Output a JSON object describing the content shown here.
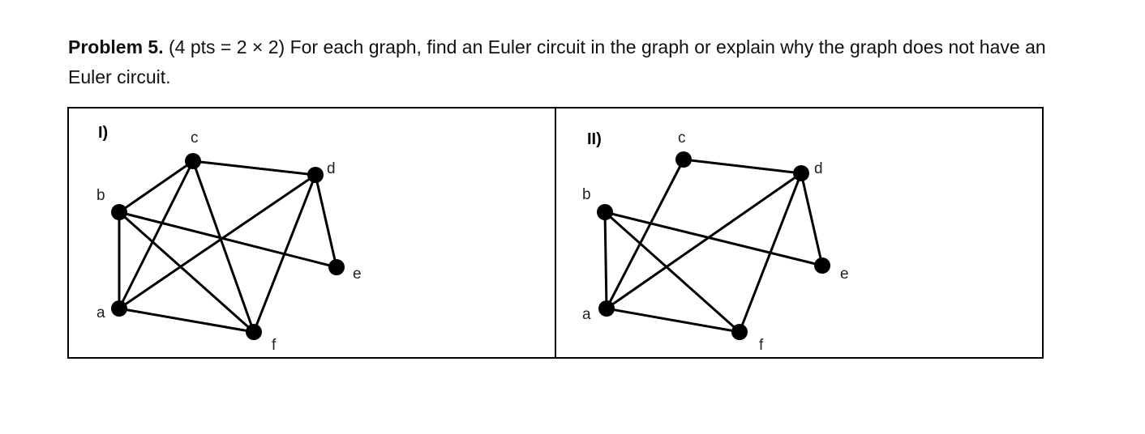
{
  "problem": {
    "number": "Problem 5.",
    "text": " (4 pts = 2 × 2) For each graph, find an Euler circuit in the graph or explain why the graph does not have an Euler circuit."
  },
  "graphs": [
    {
      "label": "I)",
      "vertices": [
        "a",
        "b",
        "c",
        "d",
        "e",
        "f"
      ],
      "edges": [
        [
          "c",
          "d"
        ],
        [
          "c",
          "b"
        ],
        [
          "c",
          "a"
        ],
        [
          "c",
          "f"
        ],
        [
          "b",
          "a"
        ],
        [
          "b",
          "e"
        ],
        [
          "b",
          "f"
        ],
        [
          "d",
          "a"
        ],
        [
          "d",
          "f"
        ],
        [
          "d",
          "e"
        ],
        [
          "a",
          "f"
        ]
      ]
    },
    {
      "label": "II)",
      "vertices": [
        "a",
        "b",
        "c",
        "d",
        "e",
        "f"
      ],
      "edges": [
        [
          "c",
          "d"
        ],
        [
          "c",
          "a"
        ],
        [
          "b",
          "a"
        ],
        [
          "b",
          "e"
        ],
        [
          "b",
          "f"
        ],
        [
          "d",
          "a"
        ],
        [
          "d",
          "f"
        ],
        [
          "d",
          "e"
        ],
        [
          "a",
          "f"
        ]
      ]
    }
  ]
}
